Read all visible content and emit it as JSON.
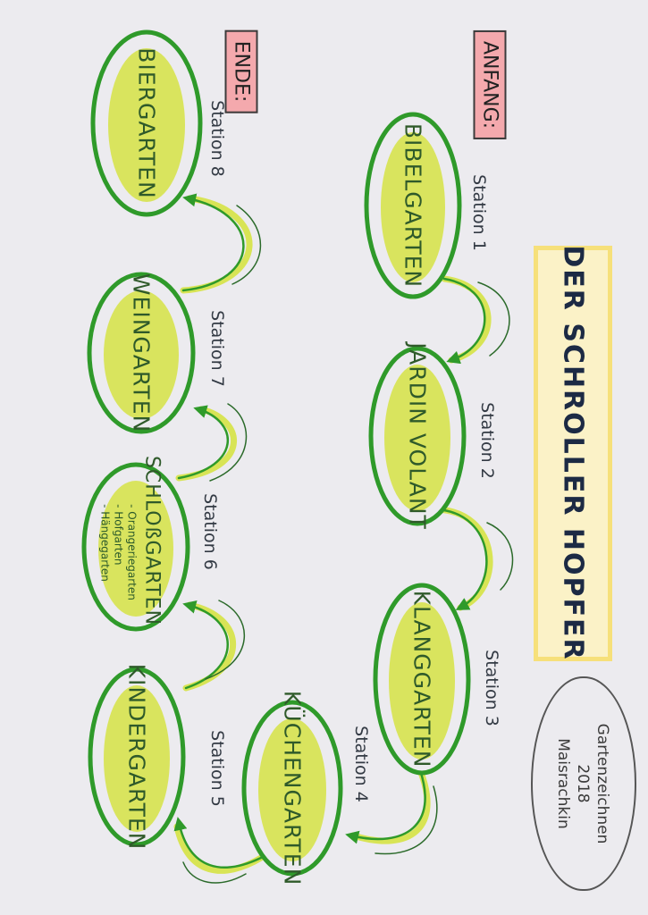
{
  "title": "DER SCHROLLER HOPFER",
  "start_label": "ANFANG:",
  "end_label": "ENDE:",
  "stations": [
    {
      "label": "Station 1",
      "garden": "BIBELGARTEN"
    },
    {
      "label": "Station 2",
      "garden": "JARDIN VOLANT"
    },
    {
      "label": "Station 3",
      "garden": "KLANGGARTEN"
    },
    {
      "label": "Station 4",
      "garden": "KÜCHENGARTEN"
    },
    {
      "label": "Station 5",
      "garden": "KINDERGARTEN"
    },
    {
      "label": "Station 6",
      "garden": "SCHLOßGARTEN",
      "subitems": [
        "- Orangeriegarten",
        "- Hofgarten",
        "- Hängegarten"
      ]
    },
    {
      "label": "Station 7",
      "garden": "WEINGARTEN"
    },
    {
      "label": "Station 8",
      "garden": "BIERGARTEN"
    }
  ],
  "signature": {
    "line1": "Gartenzeichnen",
    "line2": "2018",
    "line3": "Maisrachkin"
  },
  "colors": {
    "outline": "#2f9a2a",
    "highlight": "#d8e455",
    "tag": "#f4a9ad",
    "title_fill": "#fbf2c7",
    "title_border": "#f6e07a"
  }
}
